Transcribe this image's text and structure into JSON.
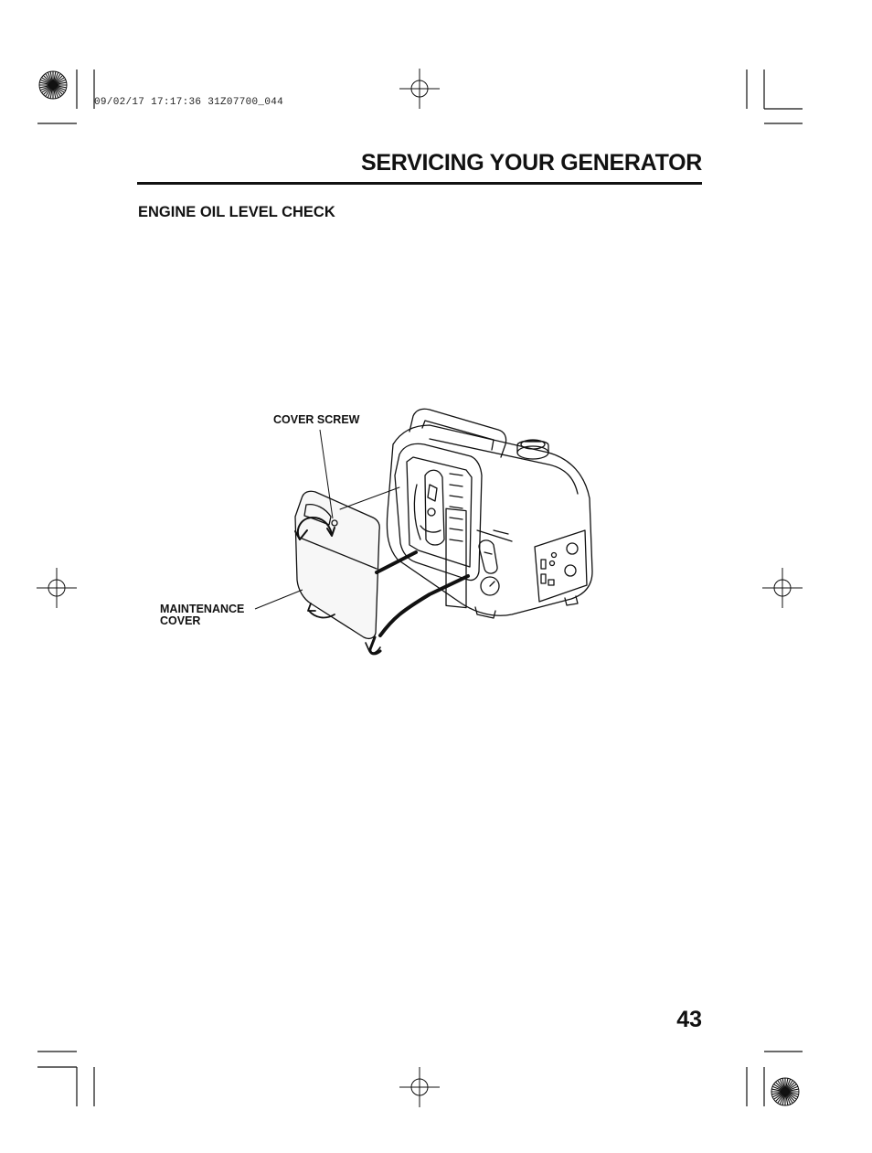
{
  "print_info": {
    "timestamp": "09/02/17 17:17:36 31Z07700_044"
  },
  "header": {
    "title": "SERVICING YOUR GENERATOR"
  },
  "section": {
    "title": "ENGINE OIL LEVEL CHECK"
  },
  "figure": {
    "callouts": {
      "cover_screw": "COVER SCREW",
      "maintenance_cover_line1": "MAINTENANCE",
      "maintenance_cover_line2": "COVER"
    }
  },
  "footer": {
    "page_number": "43"
  }
}
